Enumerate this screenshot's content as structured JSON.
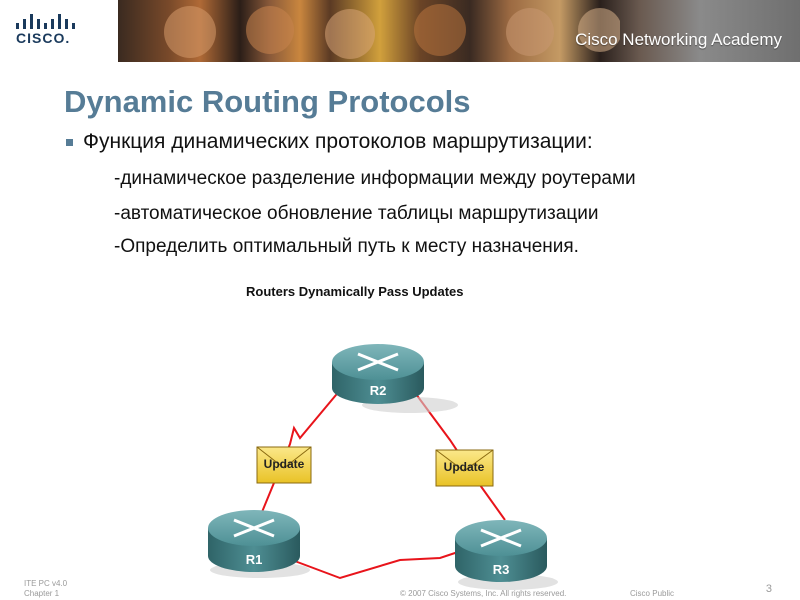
{
  "header": {
    "logo_text": "CISCO.",
    "academy_text": "Cisco Networking Academy"
  },
  "slide": {
    "title": "Dynamic Routing Protocols",
    "bullet": "Функция динамических протоколов маршрутизации:",
    "sub_items": [
      "-динамическое разделение информации между роутерами",
      "-автоматическое обновление таблицы маршрутизации",
      "-Определить оптимальный путь к месту назначения."
    ]
  },
  "diagram": {
    "title": "Routers Dynamically Pass Updates",
    "routers": {
      "r1": "R1",
      "r2": "R2",
      "r3": "R3"
    },
    "envelopes": {
      "left": "Update",
      "right": "Update"
    },
    "colors": {
      "link": "#e8141b",
      "router": "#3f7f85",
      "envelope": "#f2d23a"
    }
  },
  "footer": {
    "course": "ITE PC v4.0",
    "chapter": "Chapter 1",
    "copyright": "© 2007 Cisco Systems, Inc. All rights reserved.",
    "classification": "Cisco Public",
    "page_number": "3"
  }
}
